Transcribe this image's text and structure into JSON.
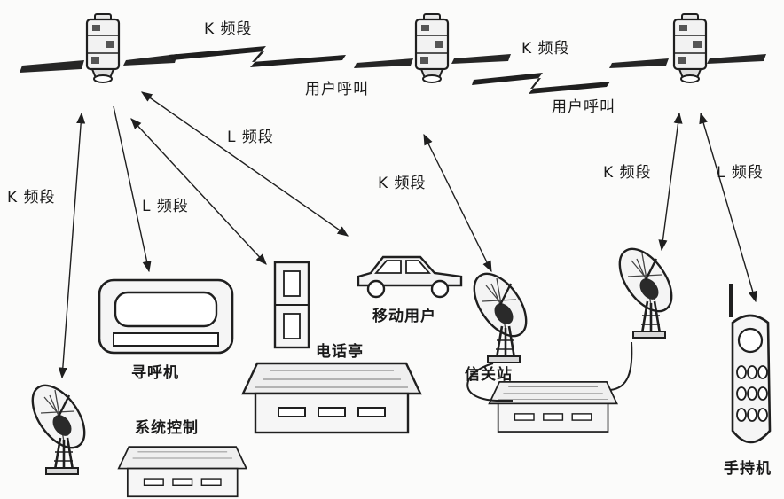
{
  "links": {
    "sat1_sat2": "K 频段",
    "sat2_sat3": "K 频段",
    "sat1_car": "L 频段",
    "sat1_ground": "K 频段",
    "sat1_pager": "L 频段",
    "sat2_gateway": "K 频段",
    "sat3_station": "K 频段",
    "sat3_handset": "L 频段"
  },
  "calls": {
    "user_call_1": "用户呼叫",
    "user_call_2": "用户呼叫"
  },
  "nodes": {
    "pager": "寻呼机",
    "phone_booth": "电话亭",
    "mobile_user": "移动用户",
    "gateway": "信关站",
    "system_control": "系统控制",
    "handset": "手持机"
  },
  "colors": {
    "ink": "#1f1f1f",
    "paper": "#fbfbfa"
  }
}
